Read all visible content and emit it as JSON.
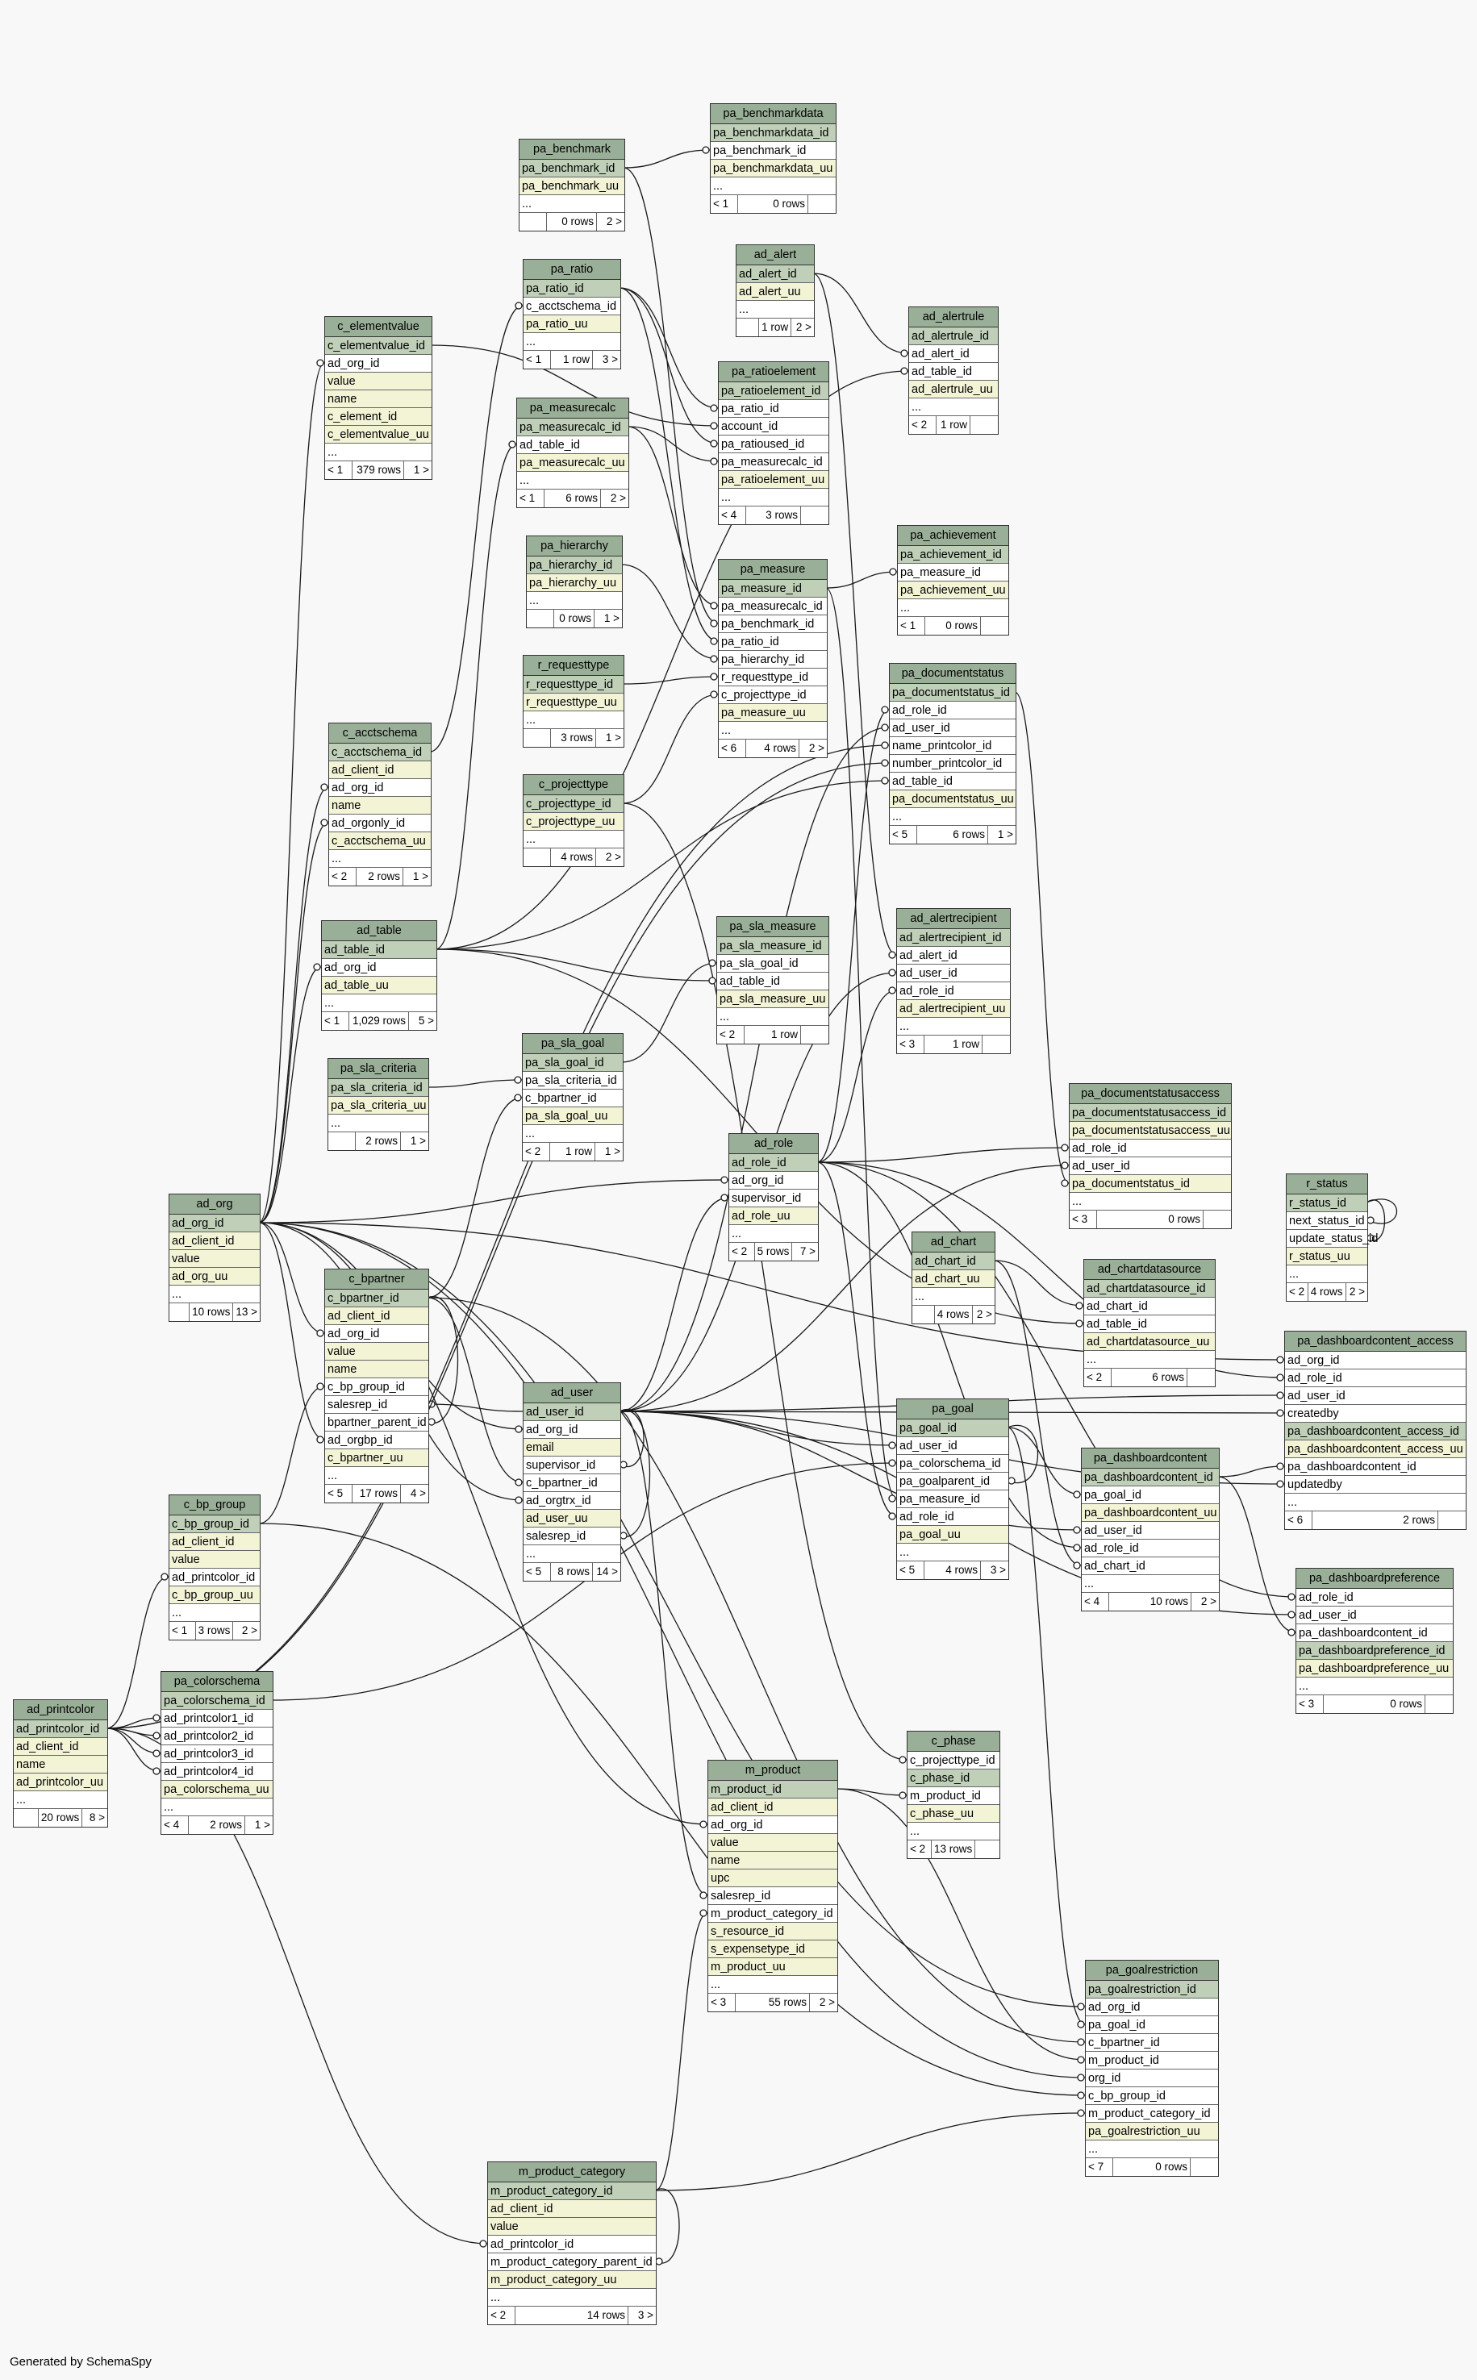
{
  "footer": "Generated by SchemaSpy",
  "colors": {
    "header": "#9aaf98",
    "primary_key": "#bfcfb8",
    "unique": "#f3f4d6",
    "column": "#ffffff",
    "line": "#1a1a1a"
  },
  "tables": [
    {
      "name": "pa_benchmarkdata",
      "cols": [
        [
          "pa_benchmarkdata_id",
          "pk"
        ],
        [
          "pa_benchmark_id",
          "fk"
        ],
        [
          "pa_benchmarkdata_uu",
          "uq"
        ],
        [
          "...",
          "more"
        ]
      ],
      "foot": [
        "< 1",
        "0 rows",
        ""
      ]
    },
    {
      "name": "pa_benchmark",
      "cols": [
        [
          "pa_benchmark_id",
          "pk"
        ],
        [
          "pa_benchmark_uu",
          "uq"
        ],
        [
          "...",
          "more"
        ]
      ],
      "foot": [
        "",
        "0 rows",
        "2 >"
      ]
    },
    {
      "name": "ad_alert",
      "cols": [
        [
          "ad_alert_id",
          "pk"
        ],
        [
          "ad_alert_uu",
          "uq"
        ],
        [
          "...",
          "more"
        ]
      ],
      "foot": [
        "",
        "1 row",
        "2 >"
      ]
    },
    {
      "name": "pa_ratio",
      "cols": [
        [
          "pa_ratio_id",
          "pk"
        ],
        [
          "c_acctschema_id",
          "fk"
        ],
        [
          "pa_ratio_uu",
          "uq"
        ],
        [
          "...",
          "more"
        ]
      ],
      "foot": [
        "< 1",
        "1 row",
        "3 >"
      ]
    },
    {
      "name": "ad_alertrule",
      "cols": [
        [
          "ad_alertrule_id",
          "pk"
        ],
        [
          "ad_alert_id",
          "fk"
        ],
        [
          "ad_table_id",
          "fk"
        ],
        [
          "ad_alertrule_uu",
          "uq"
        ],
        [
          "...",
          "more"
        ]
      ],
      "foot": [
        "< 2",
        "1 row",
        ""
      ]
    },
    {
      "name": "c_elementvalue",
      "cols": [
        [
          "c_elementvalue_id",
          "pk"
        ],
        [
          "ad_org_id",
          "fk"
        ],
        [
          "value",
          "uq"
        ],
        [
          "name",
          "uq"
        ],
        [
          "c_element_id",
          "uq"
        ],
        [
          "c_elementvalue_uu",
          "uq"
        ],
        [
          "...",
          "more"
        ]
      ],
      "foot": [
        "< 1",
        "379 rows",
        "1 >"
      ]
    },
    {
      "name": "pa_ratioelement",
      "cols": [
        [
          "pa_ratioelement_id",
          "pk"
        ],
        [
          "pa_ratio_id",
          "fk"
        ],
        [
          "account_id",
          "fk"
        ],
        [
          "pa_ratioused_id",
          "fk"
        ],
        [
          "pa_measurecalc_id",
          "fk"
        ],
        [
          "pa_ratioelement_uu",
          "uq"
        ],
        [
          "...",
          "more"
        ]
      ],
      "foot": [
        "< 4",
        "3 rows",
        ""
      ]
    },
    {
      "name": "pa_measurecalc",
      "cols": [
        [
          "pa_measurecalc_id",
          "pk"
        ],
        [
          "ad_table_id",
          "fk"
        ],
        [
          "pa_measurecalc_uu",
          "uq"
        ],
        [
          "...",
          "more"
        ]
      ],
      "foot": [
        "< 1",
        "6 rows",
        "2 >"
      ]
    },
    {
      "name": "pa_achievement",
      "cols": [
        [
          "pa_achievement_id",
          "pk"
        ],
        [
          "pa_measure_id",
          "fk"
        ],
        [
          "pa_achievement_uu",
          "uq"
        ],
        [
          "...",
          "more"
        ]
      ],
      "foot": [
        "< 1",
        "0 rows",
        ""
      ]
    },
    {
      "name": "pa_hierarchy",
      "cols": [
        [
          "pa_hierarchy_id",
          "pk"
        ],
        [
          "pa_hierarchy_uu",
          "uq"
        ],
        [
          "...",
          "more"
        ]
      ],
      "foot": [
        "",
        "0 rows",
        "1 >"
      ]
    },
    {
      "name": "pa_measure",
      "cols": [
        [
          "pa_measure_id",
          "pk"
        ],
        [
          "pa_measurecalc_id",
          "fk"
        ],
        [
          "pa_benchmark_id",
          "fk"
        ],
        [
          "pa_ratio_id",
          "fk"
        ],
        [
          "pa_hierarchy_id",
          "fk"
        ],
        [
          "r_requesttype_id",
          "fk"
        ],
        [
          "c_projecttype_id",
          "fk"
        ],
        [
          "pa_measure_uu",
          "uq"
        ],
        [
          "...",
          "more"
        ]
      ],
      "foot": [
        "< 6",
        "4 rows",
        "2 >"
      ]
    },
    {
      "name": "pa_documentstatus",
      "cols": [
        [
          "pa_documentstatus_id",
          "pk"
        ],
        [
          "ad_role_id",
          "fk"
        ],
        [
          "ad_user_id",
          "fk"
        ],
        [
          "name_printcolor_id",
          "fk"
        ],
        [
          "number_printcolor_id",
          "fk"
        ],
        [
          "ad_table_id",
          "fk"
        ],
        [
          "pa_documentstatus_uu",
          "uq"
        ],
        [
          "...",
          "more"
        ]
      ],
      "foot": [
        "< 5",
        "6 rows",
        "1 >"
      ]
    },
    {
      "name": "r_requesttype",
      "cols": [
        [
          "r_requesttype_id",
          "pk"
        ],
        [
          "r_requesttype_uu",
          "uq"
        ],
        [
          "...",
          "more"
        ]
      ],
      "foot": [
        "",
        "3 rows",
        "1 >"
      ]
    },
    {
      "name": "c_acctschema",
      "cols": [
        [
          "c_acctschema_id",
          "pk"
        ],
        [
          "ad_client_id",
          "uq"
        ],
        [
          "ad_org_id",
          "fk"
        ],
        [
          "name",
          "uq"
        ],
        [
          "ad_orgonly_id",
          "fk"
        ],
        [
          "c_acctschema_uu",
          "uq"
        ],
        [
          "...",
          "more"
        ]
      ],
      "foot": [
        "< 2",
        "2 rows",
        "1 >"
      ]
    },
    {
      "name": "c_projecttype",
      "cols": [
        [
          "c_projecttype_id",
          "pk"
        ],
        [
          "c_projecttype_uu",
          "uq"
        ],
        [
          "...",
          "more"
        ]
      ],
      "foot": [
        "",
        "4 rows",
        "2 >"
      ]
    },
    {
      "name": "ad_alertrecipient",
      "cols": [
        [
          "ad_alertrecipient_id",
          "pk"
        ],
        [
          "ad_alert_id",
          "fk"
        ],
        [
          "ad_user_id",
          "fk"
        ],
        [
          "ad_role_id",
          "fk"
        ],
        [
          "ad_alertrecipient_uu",
          "uq"
        ],
        [
          "...",
          "more"
        ]
      ],
      "foot": [
        "< 3",
        "1 row",
        ""
      ]
    },
    {
      "name": "ad_table",
      "cols": [
        [
          "ad_table_id",
          "pk"
        ],
        [
          "ad_org_id",
          "fk"
        ],
        [
          "ad_table_uu",
          "uq"
        ],
        [
          "...",
          "more"
        ]
      ],
      "foot": [
        "< 1",
        "1,029 rows",
        "5 >"
      ]
    },
    {
      "name": "pa_sla_measure",
      "cols": [
        [
          "pa_sla_measure_id",
          "pk"
        ],
        [
          "pa_sla_goal_id",
          "fk"
        ],
        [
          "ad_table_id",
          "fk"
        ],
        [
          "pa_sla_measure_uu",
          "uq"
        ],
        [
          "...",
          "more"
        ]
      ],
      "foot": [
        "< 2",
        "1 row",
        ""
      ]
    },
    {
      "name": "pa_sla_goal",
      "cols": [
        [
          "pa_sla_goal_id",
          "pk"
        ],
        [
          "pa_sla_criteria_id",
          "fk"
        ],
        [
          "c_bpartner_id",
          "fk"
        ],
        [
          "pa_sla_goal_uu",
          "uq"
        ],
        [
          "...",
          "more"
        ]
      ],
      "foot": [
        "< 2",
        "1 row",
        "1 >"
      ]
    },
    {
      "name": "pa_sla_criteria",
      "cols": [
        [
          "pa_sla_criteria_id",
          "pk"
        ],
        [
          "pa_sla_criteria_uu",
          "uq"
        ],
        [
          "...",
          "more"
        ]
      ],
      "foot": [
        "",
        "2 rows",
        "1 >"
      ]
    },
    {
      "name": "pa_documentstatusaccess",
      "cols": [
        [
          "pa_documentstatusaccess_id",
          "pk"
        ],
        [
          "pa_documentstatusaccess_uu",
          "uq"
        ],
        [
          "ad_role_id",
          "fk"
        ],
        [
          "ad_user_id",
          "fk"
        ],
        [
          "pa_documentstatus_id",
          "uq"
        ],
        [
          "...",
          "more"
        ]
      ],
      "foot": [
        "< 3",
        "0 rows",
        ""
      ]
    },
    {
      "name": "ad_role",
      "cols": [
        [
          "ad_role_id",
          "pk"
        ],
        [
          "ad_org_id",
          "fk"
        ],
        [
          "supervisor_id",
          "fk"
        ],
        [
          "ad_role_uu",
          "uq"
        ],
        [
          "...",
          "more"
        ]
      ],
      "foot": [
        "< 2",
        "5 rows",
        "7 >"
      ]
    },
    {
      "name": "r_status",
      "cols": [
        [
          "r_status_id",
          "pk"
        ],
        [
          "next_status_id",
          "fk"
        ],
        [
          "update_status_id",
          "fk"
        ],
        [
          "r_status_uu",
          "uq"
        ],
        [
          "...",
          "more"
        ]
      ],
      "foot": [
        "< 2",
        "4 rows",
        "2 >"
      ]
    },
    {
      "name": "ad_org",
      "cols": [
        [
          "ad_org_id",
          "pk"
        ],
        [
          "ad_client_id",
          "uq"
        ],
        [
          "value",
          "uq"
        ],
        [
          "ad_org_uu",
          "uq"
        ],
        [
          "...",
          "more"
        ]
      ],
      "foot": [
        "",
        "10 rows",
        "13 >"
      ]
    },
    {
      "name": "ad_chart",
      "cols": [
        [
          "ad_chart_id",
          "pk"
        ],
        [
          "ad_chart_uu",
          "uq"
        ],
        [
          "...",
          "more"
        ]
      ],
      "foot": [
        "",
        "4 rows",
        "2 >"
      ]
    },
    {
      "name": "ad_chartdatasource",
      "cols": [
        [
          "ad_chartdatasource_id",
          "pk"
        ],
        [
          "ad_chart_id",
          "fk"
        ],
        [
          "ad_table_id",
          "fk"
        ],
        [
          "ad_chartdatasource_uu",
          "uq"
        ],
        [
          "...",
          "more"
        ]
      ],
      "foot": [
        "< 2",
        "6 rows",
        ""
      ]
    },
    {
      "name": "c_bpartner",
      "cols": [
        [
          "c_bpartner_id",
          "pk"
        ],
        [
          "ad_client_id",
          "uq"
        ],
        [
          "ad_org_id",
          "fk"
        ],
        [
          "value",
          "uq"
        ],
        [
          "name",
          "uq"
        ],
        [
          "c_bp_group_id",
          "fk"
        ],
        [
          "salesrep_id",
          "fk"
        ],
        [
          "bpartner_parent_id",
          "fk"
        ],
        [
          "ad_orgbp_id",
          "fk"
        ],
        [
          "c_bpartner_uu",
          "uq"
        ],
        [
          "...",
          "more"
        ]
      ],
      "foot": [
        "< 5",
        "17 rows",
        "4 >"
      ]
    },
    {
      "name": "pa_dashboardcontent_access",
      "cols": [
        [
          "ad_org_id",
          "fk"
        ],
        [
          "ad_role_id",
          "fk"
        ],
        [
          "ad_user_id",
          "fk"
        ],
        [
          "createdby",
          "fk"
        ],
        [
          "pa_dashboardcontent_access_id",
          "pk"
        ],
        [
          "pa_dashboardcontent_access_uu",
          "uq"
        ],
        [
          "pa_dashboardcontent_id",
          "fk"
        ],
        [
          "updatedby",
          "fk"
        ],
        [
          "...",
          "more"
        ]
      ],
      "foot": [
        "< 6",
        "2 rows",
        ""
      ]
    },
    {
      "name": "ad_user",
      "cols": [
        [
          "ad_user_id",
          "pk"
        ],
        [
          "ad_org_id",
          "fk"
        ],
        [
          "email",
          "uq"
        ],
        [
          "supervisor_id",
          "fk"
        ],
        [
          "c_bpartner_id",
          "fk"
        ],
        [
          "ad_orgtrx_id",
          "fk"
        ],
        [
          "ad_user_uu",
          "uq"
        ],
        [
          "salesrep_id",
          "fk"
        ],
        [
          "...",
          "more"
        ]
      ],
      "foot": [
        "< 5",
        "8 rows",
        "14 >"
      ]
    },
    {
      "name": "pa_goal",
      "cols": [
        [
          "pa_goal_id",
          "pk"
        ],
        [
          "ad_user_id",
          "fk"
        ],
        [
          "pa_colorschema_id",
          "fk"
        ],
        [
          "pa_goalparent_id",
          "fk"
        ],
        [
          "pa_measure_id",
          "fk"
        ],
        [
          "ad_role_id",
          "fk"
        ],
        [
          "pa_goal_uu",
          "uq"
        ],
        [
          "...",
          "more"
        ]
      ],
      "foot": [
        "< 5",
        "4 rows",
        "3 >"
      ]
    },
    {
      "name": "pa_dashboardcontent",
      "cols": [
        [
          "pa_dashboardcontent_id",
          "pk"
        ],
        [
          "pa_goal_id",
          "fk"
        ],
        [
          "pa_dashboardcontent_uu",
          "uq"
        ],
        [
          "ad_user_id",
          "fk"
        ],
        [
          "ad_role_id",
          "fk"
        ],
        [
          "ad_chart_id",
          "fk"
        ],
        [
          "...",
          "more"
        ]
      ],
      "foot": [
        "< 4",
        "10 rows",
        "2 >"
      ]
    },
    {
      "name": "c_bp_group",
      "cols": [
        [
          "c_bp_group_id",
          "pk"
        ],
        [
          "ad_client_id",
          "uq"
        ],
        [
          "value",
          "uq"
        ],
        [
          "ad_printcolor_id",
          "fk"
        ],
        [
          "c_bp_group_uu",
          "uq"
        ],
        [
          "...",
          "more"
        ]
      ],
      "foot": [
        "< 1",
        "3 rows",
        "2 >"
      ]
    },
    {
      "name": "pa_dashboardpreference",
      "cols": [
        [
          "ad_role_id",
          "fk"
        ],
        [
          "ad_user_id",
          "fk"
        ],
        [
          "pa_dashboardcontent_id",
          "fk"
        ],
        [
          "pa_dashboardpreference_id",
          "pk"
        ],
        [
          "pa_dashboardpreference_uu",
          "uq"
        ],
        [
          "...",
          "more"
        ]
      ],
      "foot": [
        "< 3",
        "0 rows",
        ""
      ]
    },
    {
      "name": "pa_colorschema",
      "cols": [
        [
          "pa_colorschema_id",
          "pk"
        ],
        [
          "ad_printcolor1_id",
          "fk"
        ],
        [
          "ad_printcolor2_id",
          "fk"
        ],
        [
          "ad_printcolor3_id",
          "fk"
        ],
        [
          "ad_printcolor4_id",
          "fk"
        ],
        [
          "pa_colorschema_uu",
          "uq"
        ],
        [
          "...",
          "more"
        ]
      ],
      "foot": [
        "< 4",
        "2 rows",
        "1 >"
      ]
    },
    {
      "name": "ad_printcolor",
      "cols": [
        [
          "ad_printcolor_id",
          "pk"
        ],
        [
          "ad_client_id",
          "uq"
        ],
        [
          "name",
          "uq"
        ],
        [
          "ad_printcolor_uu",
          "uq"
        ],
        [
          "...",
          "more"
        ]
      ],
      "foot": [
        "",
        "20 rows",
        "8 >"
      ]
    },
    {
      "name": "c_phase",
      "cols": [
        [
          "c_projecttype_id",
          "fk"
        ],
        [
          "c_phase_id",
          "pk"
        ],
        [
          "m_product_id",
          "fk"
        ],
        [
          "c_phase_uu",
          "uq"
        ],
        [
          "...",
          "more"
        ]
      ],
      "foot": [
        "< 2",
        "13 rows",
        ""
      ]
    },
    {
      "name": "m_product",
      "cols": [
        [
          "m_product_id",
          "pk"
        ],
        [
          "ad_client_id",
          "uq"
        ],
        [
          "ad_org_id",
          "fk"
        ],
        [
          "value",
          "uq"
        ],
        [
          "name",
          "uq"
        ],
        [
          "upc",
          "uq"
        ],
        [
          "salesrep_id",
          "fk"
        ],
        [
          "m_product_category_id",
          "fk"
        ],
        [
          "s_resource_id",
          "uq"
        ],
        [
          "s_expensetype_id",
          "uq"
        ],
        [
          "m_product_uu",
          "uq"
        ],
        [
          "...",
          "more"
        ]
      ],
      "foot": [
        "< 3",
        "55 rows",
        "2 >"
      ]
    },
    {
      "name": "pa_goalrestriction",
      "cols": [
        [
          "pa_goalrestriction_id",
          "pk"
        ],
        [
          "ad_org_id",
          "fk"
        ],
        [
          "pa_goal_id",
          "fk"
        ],
        [
          "c_bpartner_id",
          "fk"
        ],
        [
          "m_product_id",
          "fk"
        ],
        [
          "org_id",
          "fk"
        ],
        [
          "c_bp_group_id",
          "fk"
        ],
        [
          "m_product_category_id",
          "fk"
        ],
        [
          "pa_goalrestriction_uu",
          "uq"
        ],
        [
          "...",
          "more"
        ]
      ],
      "foot": [
        "< 7",
        "0 rows",
        ""
      ]
    },
    {
      "name": "m_product_category",
      "cols": [
        [
          "m_product_category_id",
          "pk"
        ],
        [
          "ad_client_id",
          "uq"
        ],
        [
          "value",
          "uq"
        ],
        [
          "ad_printcolor_id",
          "fk"
        ],
        [
          "m_product_category_parent_id",
          "fk"
        ],
        [
          "m_product_category_uu",
          "uq"
        ],
        [
          "...",
          "more"
        ]
      ],
      "foot": [
        "< 2",
        "14 rows",
        "3 >"
      ]
    }
  ]
}
